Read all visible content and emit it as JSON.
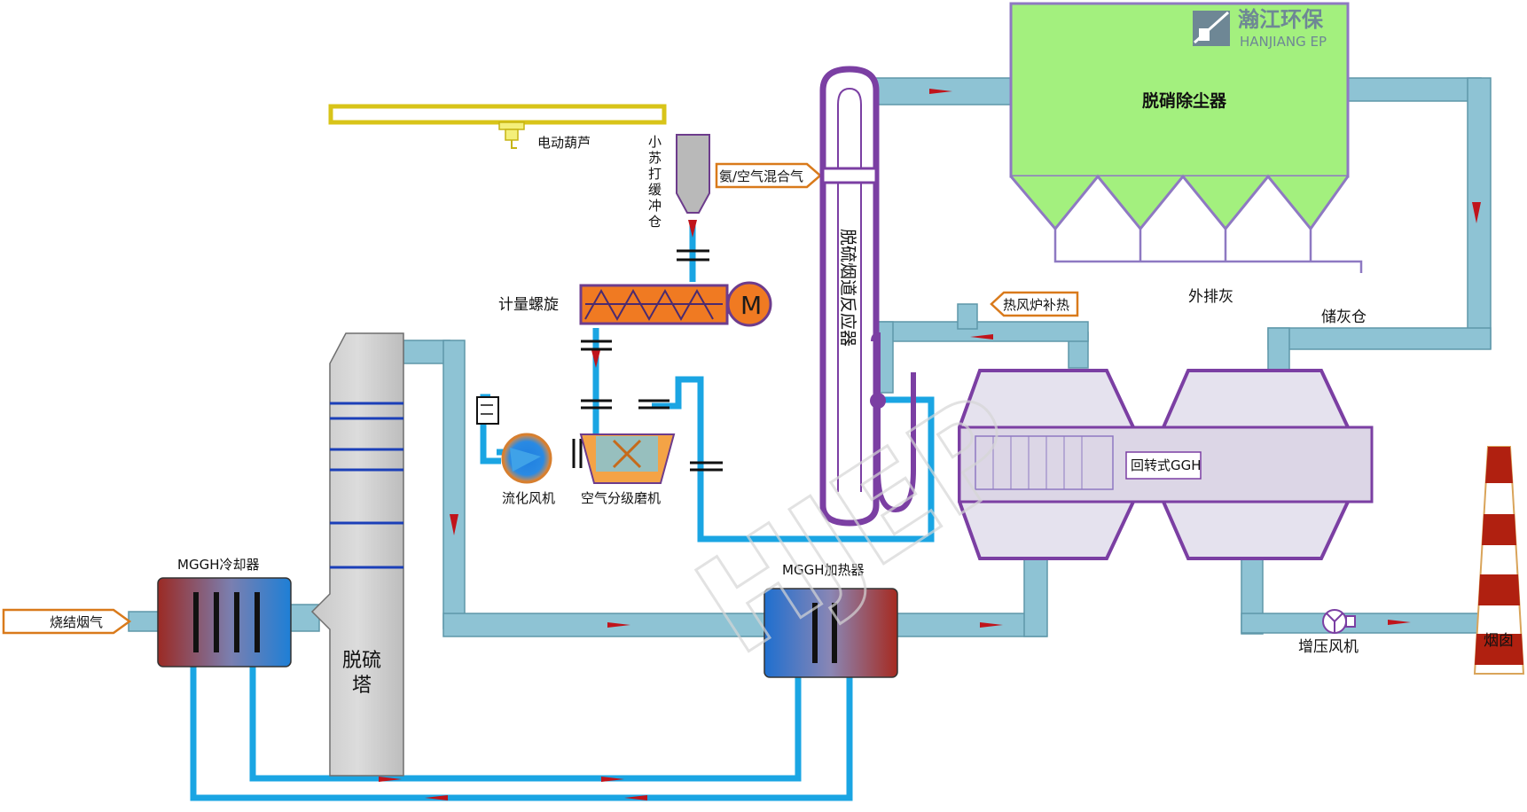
{
  "brand": {
    "name_cn": "瀚江环保",
    "name_en": "HANJIANG EP",
    "watermark": "HJEP",
    "color": "#6e8795"
  },
  "labels": {
    "hoist": "电动葫芦",
    "soda_bin": "小苏打缓冲仓",
    "ammonia_air": "氨/空气混合气",
    "reactor": "脱硫烟道反应器",
    "denox": "脱硝除尘器",
    "ash_out": "外排灰",
    "ash_bin": "储灰仓",
    "hot_air": "热风炉补热",
    "screw": "计量螺旋",
    "motor": "M",
    "fan_fluid": "流化风机",
    "mill": "空气分级磨机",
    "ggh": "回转式GGH",
    "mggh_cool": "MGGH冷却器",
    "mggh_heat": "MGGH加热器",
    "inlet": "烧结烟气",
    "tower": "脱硫塔",
    "booster": "增压风机",
    "stack": "烟囱"
  },
  "colors": {
    "duct": "#8ec3d4",
    "duct_edge": "#5e97a9",
    "water_line": "#1aa5e3",
    "arrow": "#c0141b",
    "denox_fill": "#a3f07e",
    "reactor_purple": "#7b3fa3",
    "screw_orange": "#f07a22",
    "stack_red": "#b02010"
  }
}
